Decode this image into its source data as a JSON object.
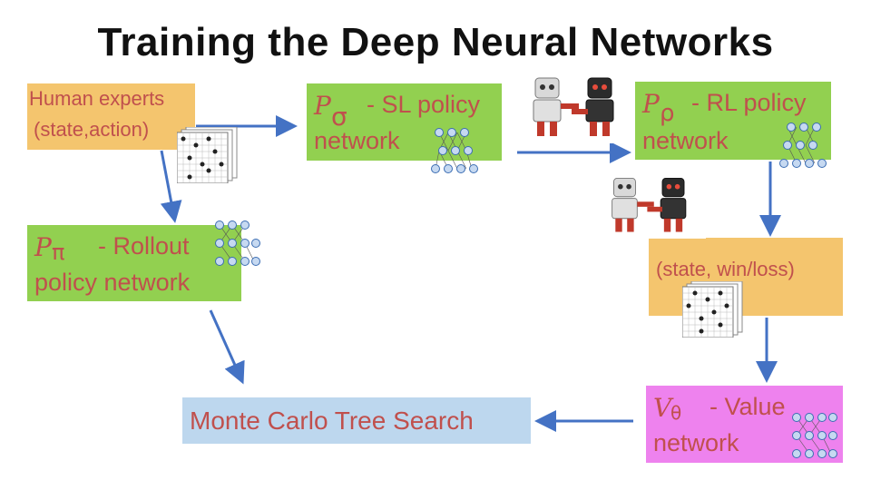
{
  "title": "Training the Deep Neural Networks",
  "boxes": {
    "human": {
      "line1": "Human experts",
      "line2": "(state,action)"
    },
    "sl": {
      "symbol": "P",
      "subscript": "σ",
      "line1": "- SL policy",
      "line2": "network"
    },
    "rl": {
      "symbol": "P",
      "subscript": "ρ",
      "line1": "- RL policy",
      "line2": "network"
    },
    "rollout": {
      "symbol": "P",
      "subscript": "π",
      "line1": "- Rollout",
      "line2": "policy network"
    },
    "state_winloss": {
      "text": "(state, win/loss)"
    },
    "value": {
      "symbol": "V",
      "subscript": "θ",
      "line1": "- Value",
      "line2": "network"
    },
    "mcts": {
      "text": "Monte Carlo Tree Search"
    }
  },
  "colors": {
    "orange": "#f4c56e",
    "green": "#92d050",
    "pink": "#ee82ee",
    "blue": "#bdd7ee",
    "label_red": "#c0504d",
    "arrow": "#4472c4"
  },
  "icons": [
    "neural-net-icon",
    "go-board-icon",
    "robot-pair-icon"
  ]
}
